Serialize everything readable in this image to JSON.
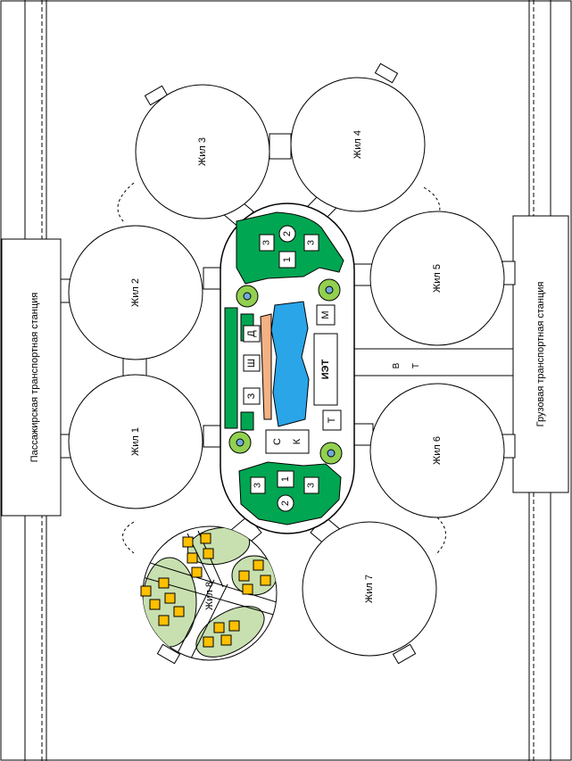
{
  "stations": {
    "passenger": "Пассажирская транспортная станция",
    "cargo": "Грузовая транспортная станция"
  },
  "domes": [
    {
      "id": "1",
      "label": "Жил 1"
    },
    {
      "id": "2",
      "label": "Жил 2"
    },
    {
      "id": "3",
      "label": "Жил 3"
    },
    {
      "id": "4",
      "label": "Жил 4"
    },
    {
      "id": "5",
      "label": "Жил 5"
    },
    {
      "id": "6",
      "label": "Жил 6"
    },
    {
      "id": "7",
      "label": "Жил 7"
    },
    {
      "id": "8",
      "label": "Жил 8"
    }
  ],
  "hub": {
    "top_cluster": {
      "num1": "1",
      "num2": "2",
      "z_left": "З",
      "z_right": "З"
    },
    "bottom_cluster": {
      "num1": "1",
      "num2": "2",
      "z_left": "З",
      "z_right": "З"
    },
    "boxes": {
      "d": "Д",
      "sh": "Ш",
      "z": "З",
      "m": "М",
      "iet": "ИЭТ",
      "t": "Т",
      "s": "С",
      "k": "К"
    }
  },
  "corridor": {
    "v": "В",
    "t": "Т"
  },
  "colors": {
    "green": "#00a651",
    "water": "#2aa5e8",
    "sand": "#f4b183",
    "orange": "#ffc000",
    "light_green": "#c8e0b0",
    "node_green": "#92d050"
  }
}
